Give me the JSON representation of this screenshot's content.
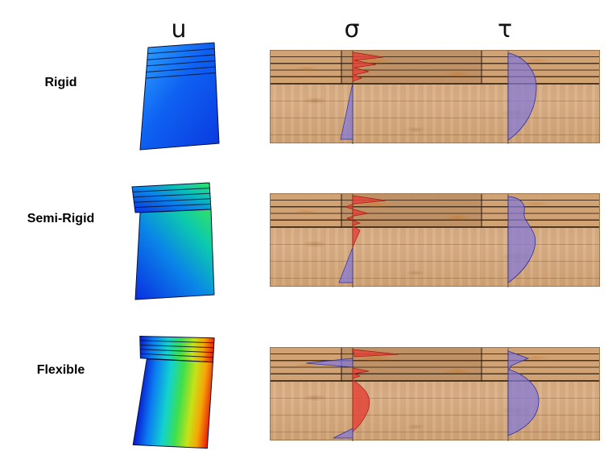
{
  "figure_title": "",
  "columns": [
    {
      "id": "u",
      "label": "u"
    },
    {
      "id": "sigma",
      "label": "σ"
    },
    {
      "id": "tau",
      "label": "τ"
    }
  ],
  "rows": [
    {
      "id": "rigid",
      "label": "Rigid"
    },
    {
      "id": "semi-rigid",
      "label": "Semi-Rigid"
    },
    {
      "id": "flexible",
      "label": "Flexible"
    }
  ],
  "colors": {
    "stress_fill": "#e2453a",
    "stress_stroke": "#a31d12",
    "shear_fill": "#8478d8",
    "shear_stroke": "#2f2f9e",
    "wood_base": "#d6aa7e",
    "rigid_displacement_blue": "#1266f5"
  }
}
